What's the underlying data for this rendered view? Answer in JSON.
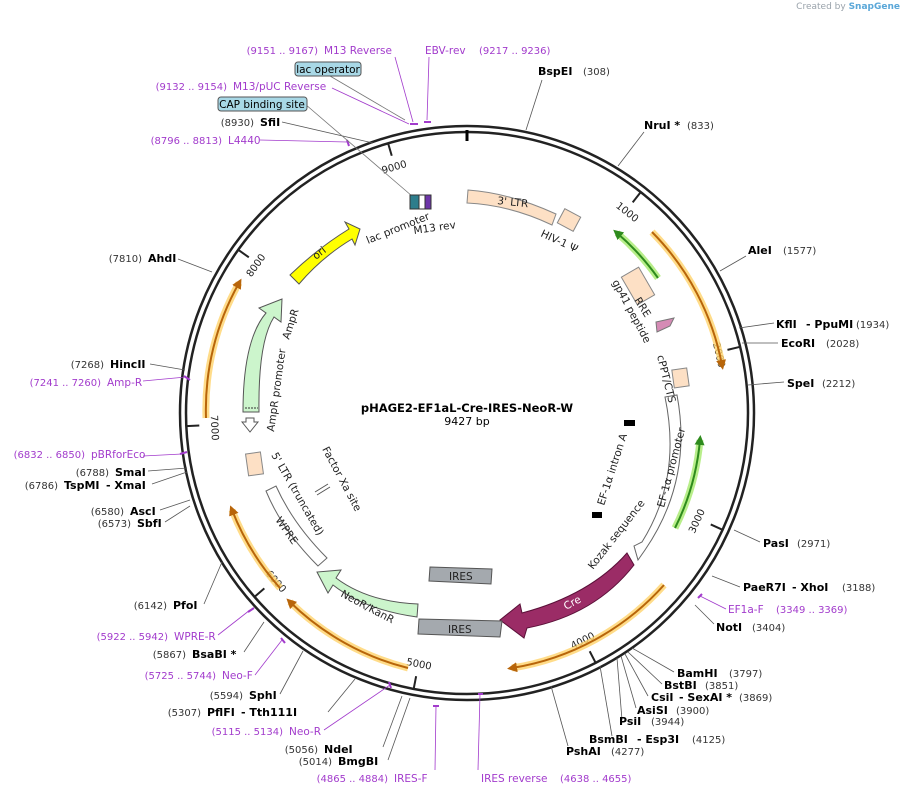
{
  "plasmid": {
    "name": "pHAGE2-EF1aL-Cre-IRES-NeoR-W",
    "length_label": "9427 bp",
    "length": 9427
  },
  "branding": {
    "created_by": "Created by",
    "app": "SnapGene"
  },
  "ticks": [
    "1000",
    "2000",
    "3000",
    "4000",
    "5000",
    "6000",
    "7000",
    "8000",
    "9000"
  ],
  "sites": {
    "BspEI": {
      "name": "BspEI",
      "pos": "(308)"
    },
    "NruI": {
      "name": "NruI *",
      "pos": "(833)"
    },
    "AleI": {
      "name": "AleI",
      "pos": "(1577)"
    },
    "KflI": {
      "name": "KflI",
      "extra": "- PpuMI",
      "pos": "(1934)"
    },
    "EcoRI": {
      "name": "EcoRI",
      "pos": "(2028)"
    },
    "SpeI": {
      "name": "SpeI",
      "pos": "(2212)"
    },
    "PasI": {
      "name": "PasI",
      "pos": "(2971)"
    },
    "PaeR7I": {
      "name": "PaeR7I",
      "extra": "- XhoI",
      "pos": "(3188)"
    },
    "NotI": {
      "name": "NotI",
      "pos": "(3404)"
    },
    "BamHI": {
      "name": "BamHI",
      "pos": "(3797)"
    },
    "BstBI": {
      "name": "BstBI",
      "pos": "(3851)"
    },
    "CsiI": {
      "name": "CsiI",
      "extra": "- SexAI *",
      "pos": "(3869)"
    },
    "AsiSI": {
      "name": "AsiSI",
      "pos": "(3900)"
    },
    "PsiI": {
      "name": "PsiI",
      "pos": "(3944)"
    },
    "BsmBI": {
      "name": "BsmBI",
      "extra": "- Esp3I",
      "pos": "(4125)"
    },
    "PshAI": {
      "name": "PshAI",
      "pos": "(4277)"
    },
    "NdeI": {
      "name": "NdeI",
      "pos": "(5056)"
    },
    "BmgBI": {
      "name": "BmgBI",
      "pos": "(5014)"
    },
    "PflFI": {
      "name": "PflFI",
      "extra": "- Tth111I",
      "pos": "(5307)"
    },
    "SphI": {
      "name": "SphI",
      "pos": "(5594)"
    },
    "BsaBI": {
      "name": "BsaBI *",
      "pos": "(5867)"
    },
    "PfoI": {
      "name": "PfoI",
      "pos": "(6142)"
    },
    "AscI": {
      "name": "AscI",
      "pos": "(6580)"
    },
    "SbfI": {
      "name": "SbfI",
      "pos": "(6573)"
    },
    "SmaI": {
      "name": "SmaI",
      "pos": "(6788)"
    },
    "TspMI": {
      "name": "TspMI",
      "extra": "- XmaI",
      "pos": "(6786)"
    },
    "HincII": {
      "name": "HincII",
      "pos": "(7268)"
    },
    "AhdI": {
      "name": "AhdI",
      "pos": "(7810)"
    },
    "SfiI": {
      "name": "SfiI",
      "pos": "(8930)"
    }
  },
  "primers": {
    "M13Rev": {
      "name": "M13 Reverse",
      "pos": "(9151 .. 9167)"
    },
    "EBVrev": {
      "name": "EBV-rev",
      "pos": "(9217 .. 9236)"
    },
    "M13pUC": {
      "name": "M13/pUC Reverse",
      "pos": "(9132 .. 9154)"
    },
    "L4440": {
      "name": "L4440",
      "pos": "(8796 .. 8813)"
    },
    "AmpR": {
      "name": "Amp-R",
      "pos": "(7241 .. 7260)"
    },
    "pBR": {
      "name": "pBRforEco",
      "pos": "(6832 .. 6850)"
    },
    "WPRER": {
      "name": "WPRE-R",
      "pos": "(5922 .. 5942)"
    },
    "NeoF": {
      "name": "Neo-F",
      "pos": "(5725 .. 5744)"
    },
    "NeoR": {
      "name": "Neo-R",
      "pos": "(5115 .. 5134)"
    },
    "IRESF": {
      "name": "IRES-F",
      "pos": "(4865 .. 4884)"
    },
    "IRESrev": {
      "name": "IRES reverse",
      "pos": "(4638 .. 4655)"
    },
    "EF1aF": {
      "name": "EF1a-F",
      "pos": "(3349 .. 3369)"
    }
  },
  "boxed_labels": {
    "lac_operator": "lac operator",
    "cap_site": "CAP binding site"
  },
  "features": {
    "ltr3": "3' LTR",
    "hiv": "HIV-1 Ψ",
    "rre": "RRE",
    "gp41": "gp41 peptide",
    "cppt": "cPPT/CTS",
    "ef1a_intron": "EF-1α intron A",
    "ef1a_promoter": "EF-1α promoter",
    "kozak": "Kozak sequence",
    "cre": "Cre",
    "ires": "IRES",
    "neo": "NeoR/KanR",
    "wpre": "WPRE",
    "ltr5": "5' LTR (truncated)",
    "factorxa": "Factor Xa site",
    "ampr_promoter": "AmpR promoter",
    "ampr": "AmpR",
    "ori": "ori",
    "lac_promoter": "lac promoter",
    "m13rev": "M13 rev"
  },
  "colors": {
    "backbone": "#222222",
    "primer": "#a23bcc",
    "ltr_fill": "#fde0c5",
    "ori_fill": "#ffff00",
    "ampr_fill": "#ccf5cc",
    "cre_fill": "#9b2c66",
    "ires_fill": "#a4a9ae",
    "orf_line": "#b8650a",
    "orf_glow": "#ffd36b",
    "green_line": "#2e8b1d",
    "green_glow": "#b8ee8a",
    "box_fill": "#a8d8e6"
  }
}
